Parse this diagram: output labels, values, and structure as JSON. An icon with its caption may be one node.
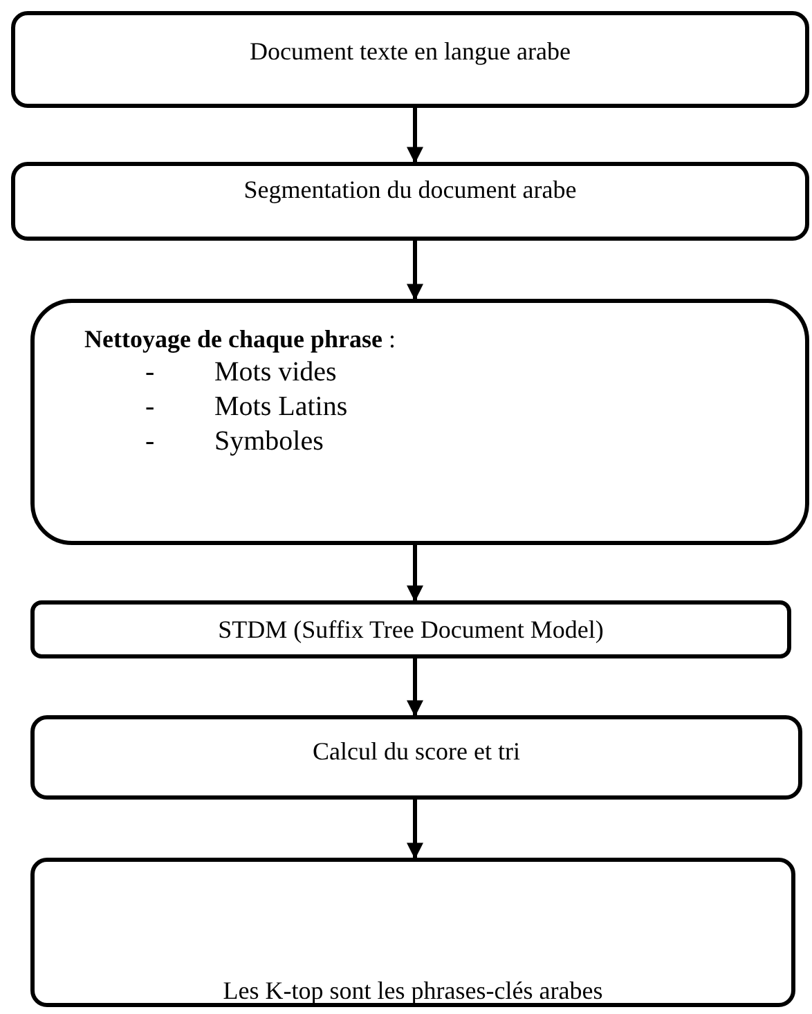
{
  "diagram": {
    "nodes": [
      {
        "text": [
          "Document texte en langue arabe"
        ]
      },
      {
        "text": [
          "Segmentation du document arabe"
        ]
      },
      {
        "text": [
          "**Nettoyage de chaque phrase** :",
          "-",
          "Mots vides",
          "-",
          "Mots Latins",
          "-",
          "Symboles"
        ]
      },
      {
        "text": [
          "STDM (Suffix Tree Document Model)"
        ]
      },
      {
        "text": [
          "Calcul du score et tri"
        ]
      },
      {
        "text": [
          "Les K-top sont les phrases-clés arabes"
        ]
      }
    ],
    "edges": [
      {
        "from": 0,
        "to": 1,
        "arrow": "to"
      },
      {
        "from": 1,
        "to": 2,
        "arrow": "to"
      },
      {
        "from": 2,
        "to": 3,
        "arrow": "to"
      },
      {
        "from": 3,
        "to": 4,
        "arrow": "to"
      },
      {
        "from": 4,
        "to": 5,
        "arrow": "to"
      }
    ]
  }
}
